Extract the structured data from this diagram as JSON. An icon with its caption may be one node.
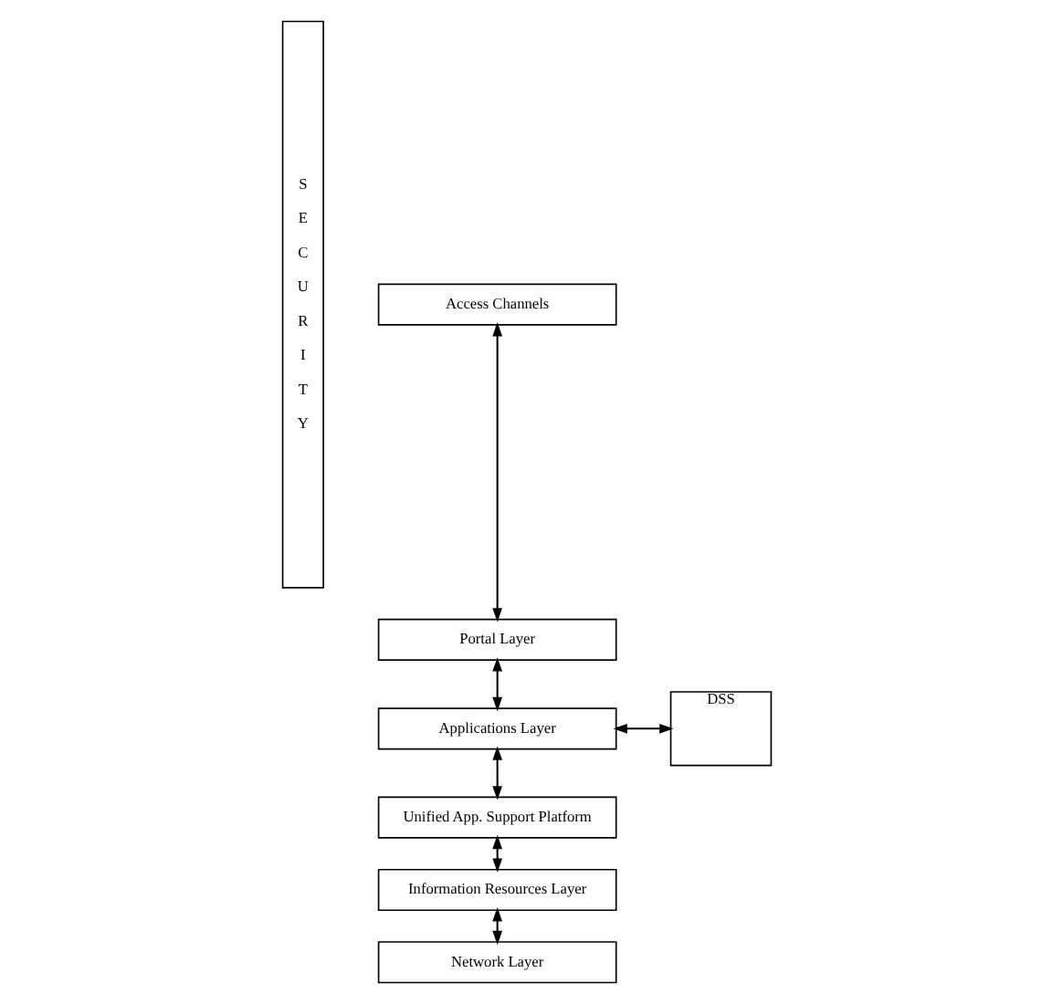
{
  "diagram": {
    "nodes": [
      {
        "text": [
          "S E C U R I T Y"
        ]
      },
      {
        "text": [
          "Access Channels"
        ]
      },
      {
        "text": [
          "Portal Layer"
        ]
      },
      {
        "text": [
          "Applications Layer"
        ]
      },
      {
        "text": [
          "DSS"
        ]
      },
      {
        "text": [
          "Unified App. Support Platform"
        ]
      },
      {
        "text": [
          "Information Resources Layer"
        ]
      },
      {
        "text": [
          "Network Layer"
        ]
      }
    ],
    "edges": [
      {
        "from": 1,
        "to": 2,
        "arrow": "both"
      },
      {
        "from": 2,
        "to": 3,
        "arrow": "both"
      },
      {
        "from": 3,
        "to": 4,
        "arrow": "both"
      },
      {
        "from": 3,
        "to": 5,
        "arrow": "both"
      },
      {
        "from": 5,
        "to": 6,
        "arrow": "both"
      },
      {
        "from": 6,
        "to": 7,
        "arrow": "both"
      }
    ]
  }
}
